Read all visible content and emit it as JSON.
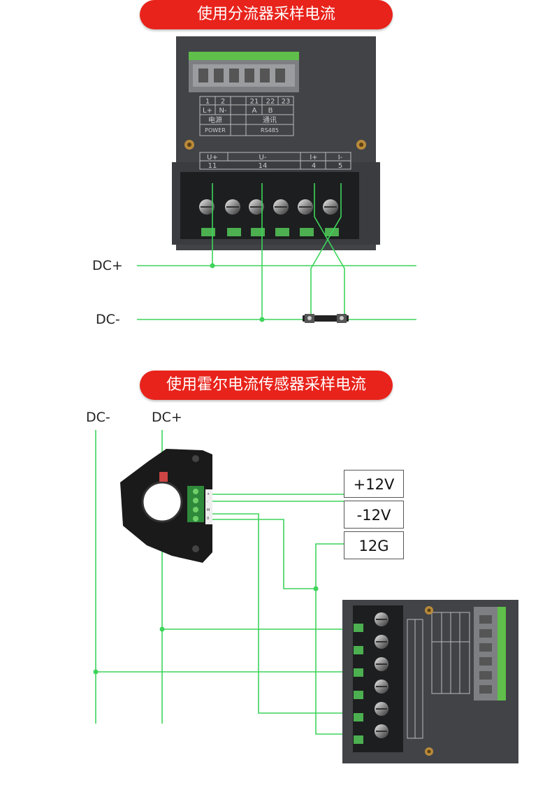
{
  "section1": {
    "title": "使用分流器采样电流",
    "dc_plus": "DC+",
    "dc_minus": "DC-",
    "top_labels": {
      "t1": "1",
      "t2": "2",
      "t21": "21",
      "t22": "22",
      "t23": "23",
      "lp": "L+",
      "nm": "N-",
      "a": "A",
      "b": "B",
      "power_cn": "电源",
      "comm_cn": "通讯",
      "power_en": "POWER",
      "rs485": "RS485"
    },
    "bottom_labels": {
      "up": "U+",
      "um": "U-",
      "ip": "I+",
      "im": "I-",
      "n11": "11",
      "n14": "14",
      "n4": "4",
      "n5": "5"
    }
  },
  "section2": {
    "title": "使用霍尔电流传感器采样电流",
    "dc_minus": "DC-",
    "dc_plus": "DC+",
    "supply": [
      "+12V",
      "-12V",
      "12G"
    ],
    "sensor_pins": [
      "+",
      "-",
      "M",
      "0"
    ]
  },
  "colors": {
    "accent": "#e8231b",
    "wire": "#3dd45a",
    "panel": "#3d3f43",
    "connector": "#5fbf4a"
  }
}
